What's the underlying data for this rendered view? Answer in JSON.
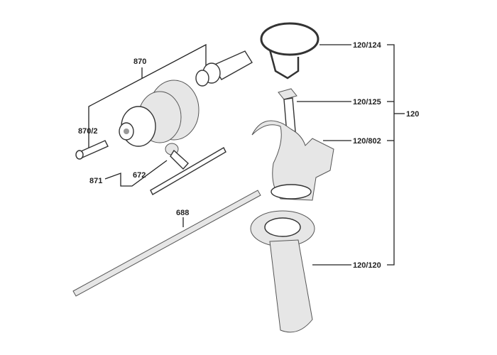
{
  "diagram": {
    "labels": {
      "chuck_set": "870",
      "chuck_screw": "870/2",
      "chuck": "871",
      "chuck_key": "672",
      "depth_rod": "688",
      "handle_band": "120/124",
      "handle_bolt": "120/125",
      "handle_clamp": "120/802",
      "handle_grip": "120/120",
      "auxiliary_handle": "120"
    }
  }
}
